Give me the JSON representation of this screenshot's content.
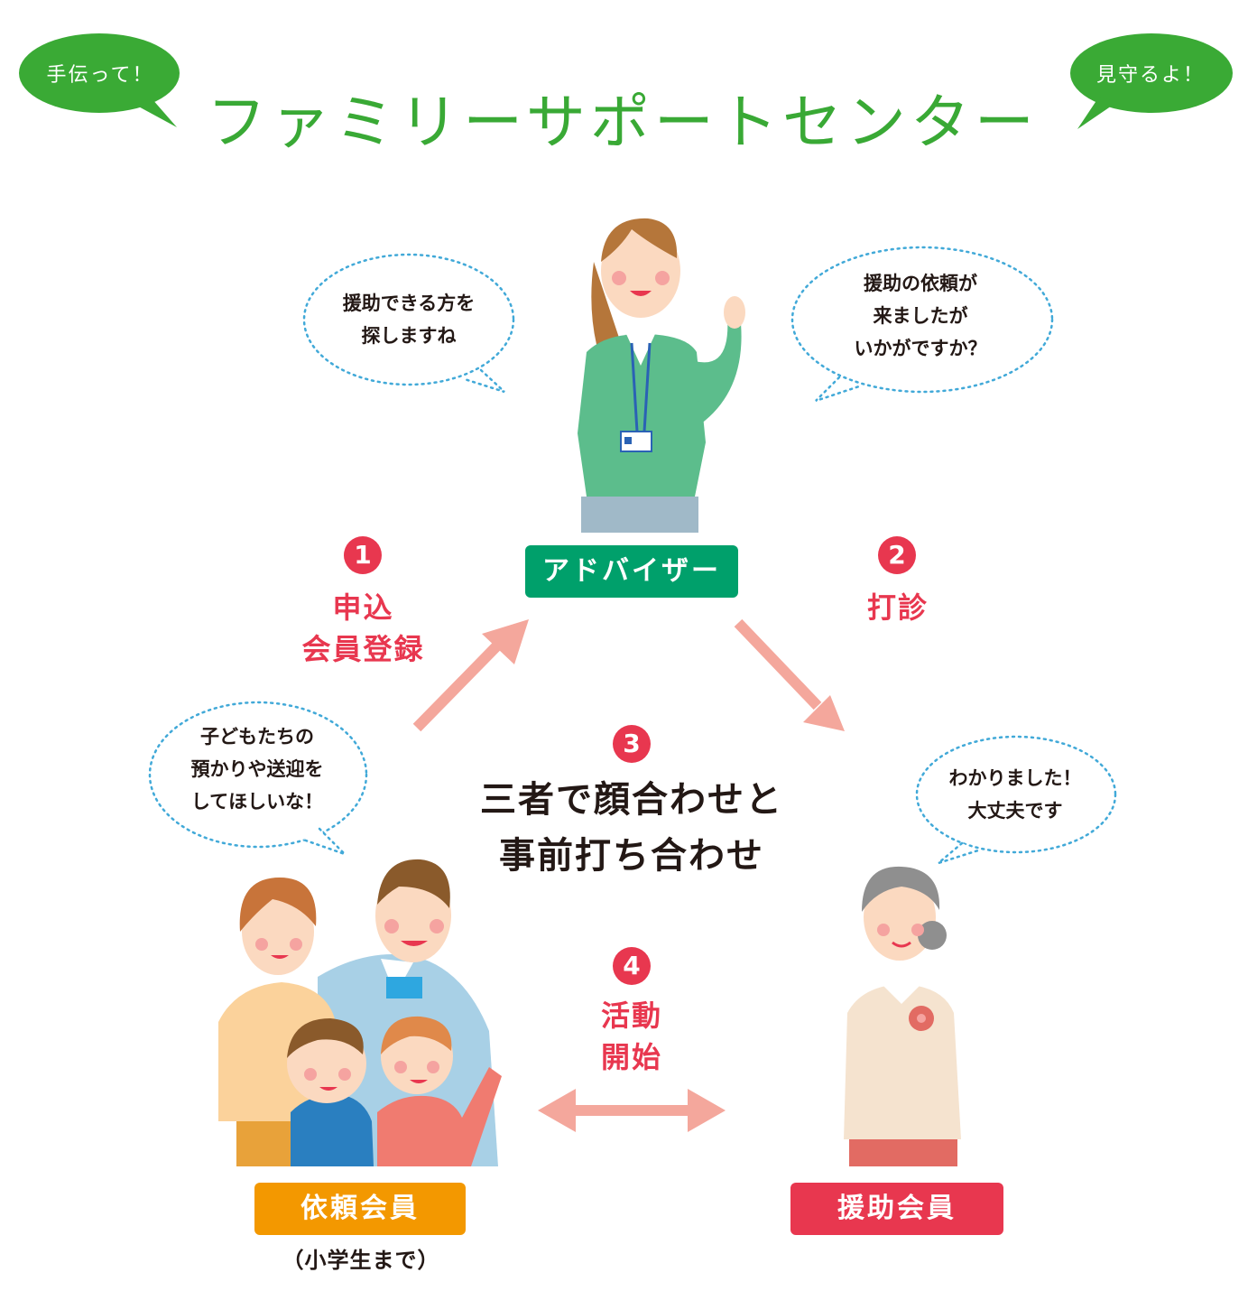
{
  "header": {
    "left_bubble": "手伝って！",
    "right_bubble": "見守るよ！",
    "title": "ファミリーサポートセンター"
  },
  "bubbles": {
    "advisor_left": [
      "援助できる方を",
      "探しますね"
    ],
    "advisor_right": [
      "援助の依頼が",
      "来ましたが",
      "いかがですか？"
    ],
    "family": [
      "子どもたちの",
      "預かりや送迎を",
      "してほしいな！"
    ],
    "helper": [
      "わかりました！",
      "大丈夫です"
    ]
  },
  "roles": {
    "advisor": "アドバイザー",
    "requester": "依頼会員",
    "requester_note": "（小学生まで）",
    "helper": "援助会員"
  },
  "steps": [
    {
      "num": "1",
      "lines": [
        "申込",
        "会員登録"
      ]
    },
    {
      "num": "2",
      "lines": [
        "打診"
      ]
    },
    {
      "num": "3",
      "lines": [
        "三者で顔合わせと",
        "事前打ち合わせ"
      ]
    },
    {
      "num": "4",
      "lines": [
        "活動",
        "開始"
      ]
    }
  ],
  "colors": {
    "title_green": "#39a935",
    "bubble_green": "#3aaa35",
    "advisor_label": "#00a06b",
    "requester_label": "#f39800",
    "helper_label": "#e8374f",
    "step_red": "#e8374f",
    "arrow_pink": "#f4a79c",
    "dotted_blue": "#41a9d8"
  }
}
